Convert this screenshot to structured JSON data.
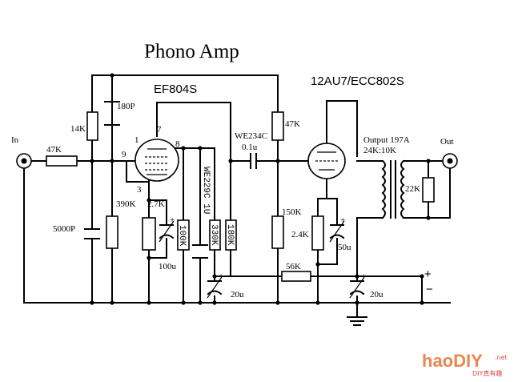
{
  "title": "Phono Amp",
  "tubes": {
    "v1": "EF804S",
    "v2": "12AU7/ECC802S"
  },
  "labels": {
    "in": "In",
    "out": "Out",
    "r_in": "47K",
    "r_14k": "14K",
    "c_180p": "180P",
    "c_5000p": "5000P",
    "r_390k": "390K",
    "r_2k7": "2.7K",
    "c_100u": "100u",
    "r_100k": "100K",
    "c_we229c": "WE229C 1U",
    "r_330k": "330K",
    "r_180k": "180K",
    "c_we234c": "WE234C",
    "c_we234c_val": "0.1u",
    "r_47k_b": "47K",
    "r_150k": "150K",
    "r_2k4": "2.4K",
    "c_50u": "50u",
    "r_56k": "56K",
    "c_20u_a": "20u",
    "c_20u_b": "20u",
    "r_22k": "22K",
    "xfmr": "Output 197A",
    "xfmr_ratio": "24K:10K",
    "plus": "+",
    "minus": "−",
    "pin_1": "1",
    "pin_7": "7",
    "pin_8": "8",
    "pin_9": "9",
    "pin_3": "3"
  },
  "watermark": {
    "brand": "haoDIY",
    "suffix": ".net",
    "sub": "DIY真有趣"
  },
  "colors": {
    "line": "#000000",
    "wm_primary": "#e8874f",
    "wm_secondary": "#d94d4d"
  }
}
